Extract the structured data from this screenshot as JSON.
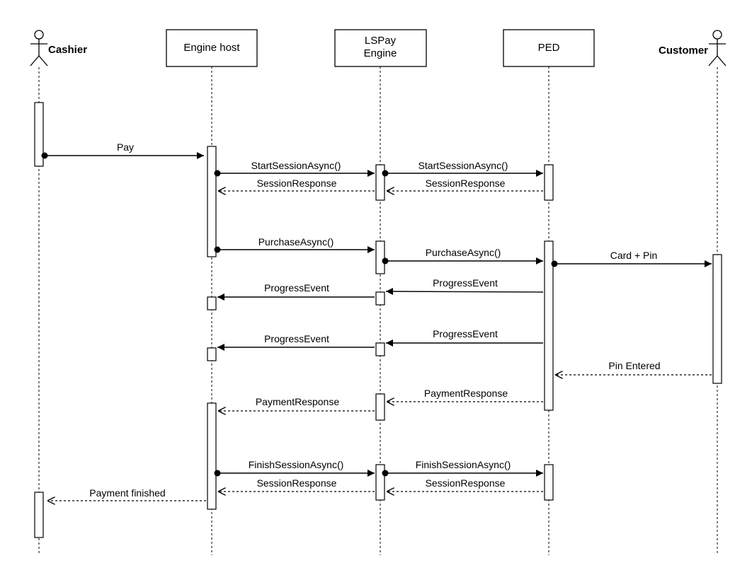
{
  "participants": [
    {
      "id": "cashier",
      "type": "actor",
      "label": "Cashier"
    },
    {
      "id": "engine_host",
      "type": "box",
      "label": "Engine host"
    },
    {
      "id": "lspay_engine",
      "type": "box",
      "label_lines": [
        "LSPay",
        "Engine"
      ]
    },
    {
      "id": "ped",
      "type": "box",
      "label": "PED"
    },
    {
      "id": "customer",
      "type": "actor",
      "label": "Customer"
    }
  ],
  "messages": [
    {
      "from": "cashier",
      "to": "engine_host",
      "label": "Pay",
      "kind": "sync"
    },
    {
      "from": "engine_host",
      "to": "lspay_engine",
      "label": "StartSessionAsync()",
      "kind": "sync"
    },
    {
      "from": "lspay_engine",
      "to": "ped",
      "label": "StartSessionAsync()",
      "kind": "sync"
    },
    {
      "from": "lspay_engine",
      "to": "engine_host",
      "label": "SessionResponse",
      "kind": "return"
    },
    {
      "from": "ped",
      "to": "lspay_engine",
      "label": "SessionResponse",
      "kind": "return"
    },
    {
      "from": "engine_host",
      "to": "lspay_engine",
      "label": "PurchaseAsync()",
      "kind": "sync"
    },
    {
      "from": "lspay_engine",
      "to": "ped",
      "label": "PurchaseAsync()",
      "kind": "sync"
    },
    {
      "from": "ped",
      "to": "customer",
      "label": "Card + Pin",
      "kind": "sync"
    },
    {
      "from": "ped",
      "to": "lspay_engine",
      "label": "ProgressEvent",
      "kind": "async"
    },
    {
      "from": "lspay_engine",
      "to": "engine_host",
      "label": "ProgressEvent",
      "kind": "async"
    },
    {
      "from": "ped",
      "to": "lspay_engine",
      "label": "ProgressEvent",
      "kind": "async"
    },
    {
      "from": "lspay_engine",
      "to": "engine_host",
      "label": "ProgressEvent",
      "kind": "async"
    },
    {
      "from": "customer",
      "to": "ped",
      "label": "Pin Entered",
      "kind": "return"
    },
    {
      "from": "ped",
      "to": "lspay_engine",
      "label": "PaymentResponse",
      "kind": "return"
    },
    {
      "from": "lspay_engine",
      "to": "engine_host",
      "label": "PaymentResponse",
      "kind": "return"
    },
    {
      "from": "engine_host",
      "to": "lspay_engine",
      "label": "FinishSessionAsync()",
      "kind": "sync"
    },
    {
      "from": "lspay_engine",
      "to": "ped",
      "label": "FinishSessionAsync()",
      "kind": "sync"
    },
    {
      "from": "lspay_engine",
      "to": "engine_host",
      "label": "SessionResponse",
      "kind": "return"
    },
    {
      "from": "ped",
      "to": "lspay_engine",
      "label": "SessionResponse",
      "kind": "return"
    },
    {
      "from": "engine_host",
      "to": "cashier",
      "label": "Payment finished",
      "kind": "return"
    }
  ],
  "colors": {
    "stroke": "#000000",
    "background": "#ffffff",
    "bar_fill": "#ffffff"
  }
}
